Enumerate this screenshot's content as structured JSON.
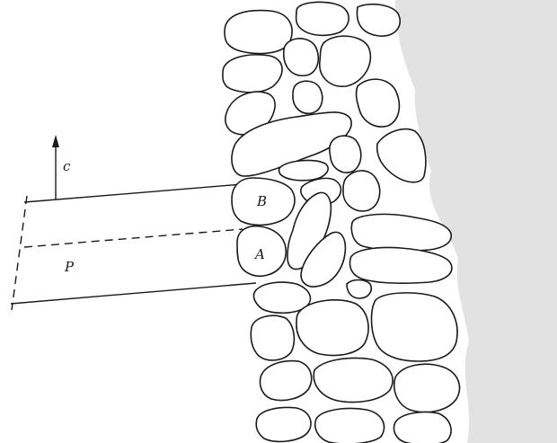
{
  "diagram": {
    "labels": {
      "arrow": "c",
      "stone_top": "B",
      "stone_bottom": "A",
      "plank": "P"
    },
    "colors": {
      "background": "#ffffff",
      "shaded_region": "#e2e2e2",
      "ink": "#1a1a1a"
    }
  }
}
